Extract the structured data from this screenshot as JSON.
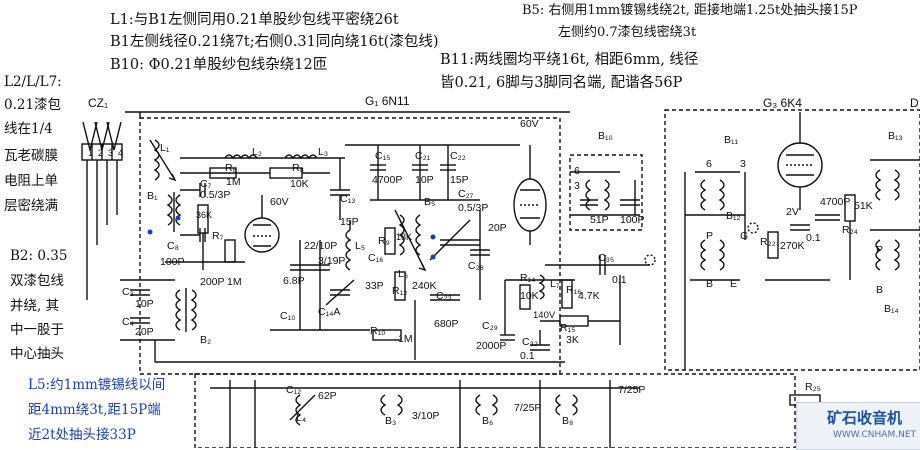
{
  "notes": {
    "top_center": [
      "L1:与B1左侧同用0.21单股纱包线平密绕26t",
      "B1左侧线径0.21绕7t;右侧0.31同向绕16t(漆包线)",
      "B10: Φ0.21单股纱包线杂绕12匝"
    ],
    "top_right": [
      "B5: 右侧用1mm镀锡线绕2t, 距接地端1.25t处抽头接15P",
      "左侧约0.7漆包线密绕3t"
    ],
    "b11_note": [
      "B11:两线圈均平绕16t, 相距6mm, 线径",
      "皆0.21, 6脚与3脚同名端, 配谐各56P"
    ],
    "left_l": [
      "L2/L/L7:",
      "0.21漆包",
      "线在1/4",
      "瓦老碳膜",
      "电阻上单",
      "层密绕满"
    ],
    "left_b2": [
      "B2: 0.35",
      "双漆包线",
      "并绕, 其",
      "中一股于",
      "中心抽头"
    ],
    "left_l5": [
      "L5:约1mm镀锡线以间",
      "距4mm绕3t,距15P端",
      "近2t处抽头接33P"
    ]
  },
  "labels": {
    "cz1": "CZ₁",
    "g1": "G₁ 6N11",
    "g3": "G₃ 6K4",
    "d": "D",
    "l1": "L₁",
    "l2": "L₂",
    "l3": "L₃",
    "l4": "L₄",
    "l5": "L₅",
    "l6": "L₆",
    "l7": "L₇",
    "b1": "B₁",
    "b2": "B₂",
    "b3": "B₃",
    "b5": "B₅",
    "b6": "B₆",
    "b8": "B₈",
    "b10": "B₁₀",
    "b11": "B₁₁",
    "b12": "B₁₂",
    "b13": "B₁₃",
    "b14": "B₁₄",
    "c1": "C₁",
    "c3": "C₃",
    "c4": "C₄",
    "c7": "C₇",
    "c8": "C₈",
    "c10": "C₁₀",
    "c13": "C₁₃",
    "c14": "C₁₄A",
    "c15": "C₁₅",
    "c16": "C₁₆",
    "c21": "C₂₁",
    "c22": "C₂₂",
    "c23": "C₂₃",
    "c27": "C₂₇",
    "c28": "C₂₈",
    "c29": "C₂₉",
    "c32": "C₃₂",
    "c35": "C₃₅",
    "c12": "C₁₂",
    "r6": "R₆",
    "r7": "R₇",
    "r8": "R₈",
    "r9": "R₉",
    "r10": "R₁₀",
    "r12": "R₁₂",
    "r14": "R₁₄",
    "r15": "R₁₅",
    "r16": "R₁₆",
    "r22": "R₂₂",
    "r24": "R₂₄",
    "r25": "R₂₅",
    "v_60v_top": "60V",
    "v_60v": "60V",
    "v_140v": "140V",
    "v_2v": "2V",
    "val_1m": "1M",
    "val_10k": "10K",
    "val_36k": "36K",
    "val_200p": "200P",
    "val_1m_b": "1M",
    "val_100p": "100P",
    "val_05_3p": "0.5/3P",
    "val_10p": "10P",
    "val_20p": "20P",
    "val_4700p": "4700P",
    "val_10p2": "10P",
    "val_15p": "15P",
    "val_15p2": "15P",
    "val_68p": "6.8P",
    "val_22_10p": "22/10P",
    "val_3_19p": "3/19P",
    "val_33p": "33P",
    "val_18k": "18K",
    "val_240k": "240K",
    "val_680p": "680P",
    "val_1m_c": "1M",
    "val_05_3p2": "0.5/3P",
    "val_20p2": "20P",
    "val_10k2": "10K",
    "val_2000p": "2000P",
    "val_01": "0.1",
    "val_47k": "4.7K",
    "val_3k": "3K",
    "val_01b": "0.1",
    "val_51p": "51P",
    "val_100p2": "100P",
    "val_270k": "270K",
    "val_01c": "0.1",
    "val_4700p2": "4700P",
    "val_51k": "51K",
    "val_62p": "62P",
    "val_3_10p": "3/10P",
    "val_7_25p": "7/25P",
    "val_7_25p2": "7/25P",
    "pin_1": "1",
    "pin_2": "2",
    "pin_3": "3",
    "pin_4": "4",
    "pin_6": "6",
    "pin_3b": "3",
    "pin_6b": "6",
    "pin_3c": "3",
    "pin_p": "P",
    "pin_g": "G",
    "pin_e": "E",
    "pin_b": "B",
    "pin_p2": "P",
    "pin_b2": "B"
  },
  "watermark": {
    "title": "矿石收音机",
    "url": "WWW.CNHAM.NET"
  }
}
